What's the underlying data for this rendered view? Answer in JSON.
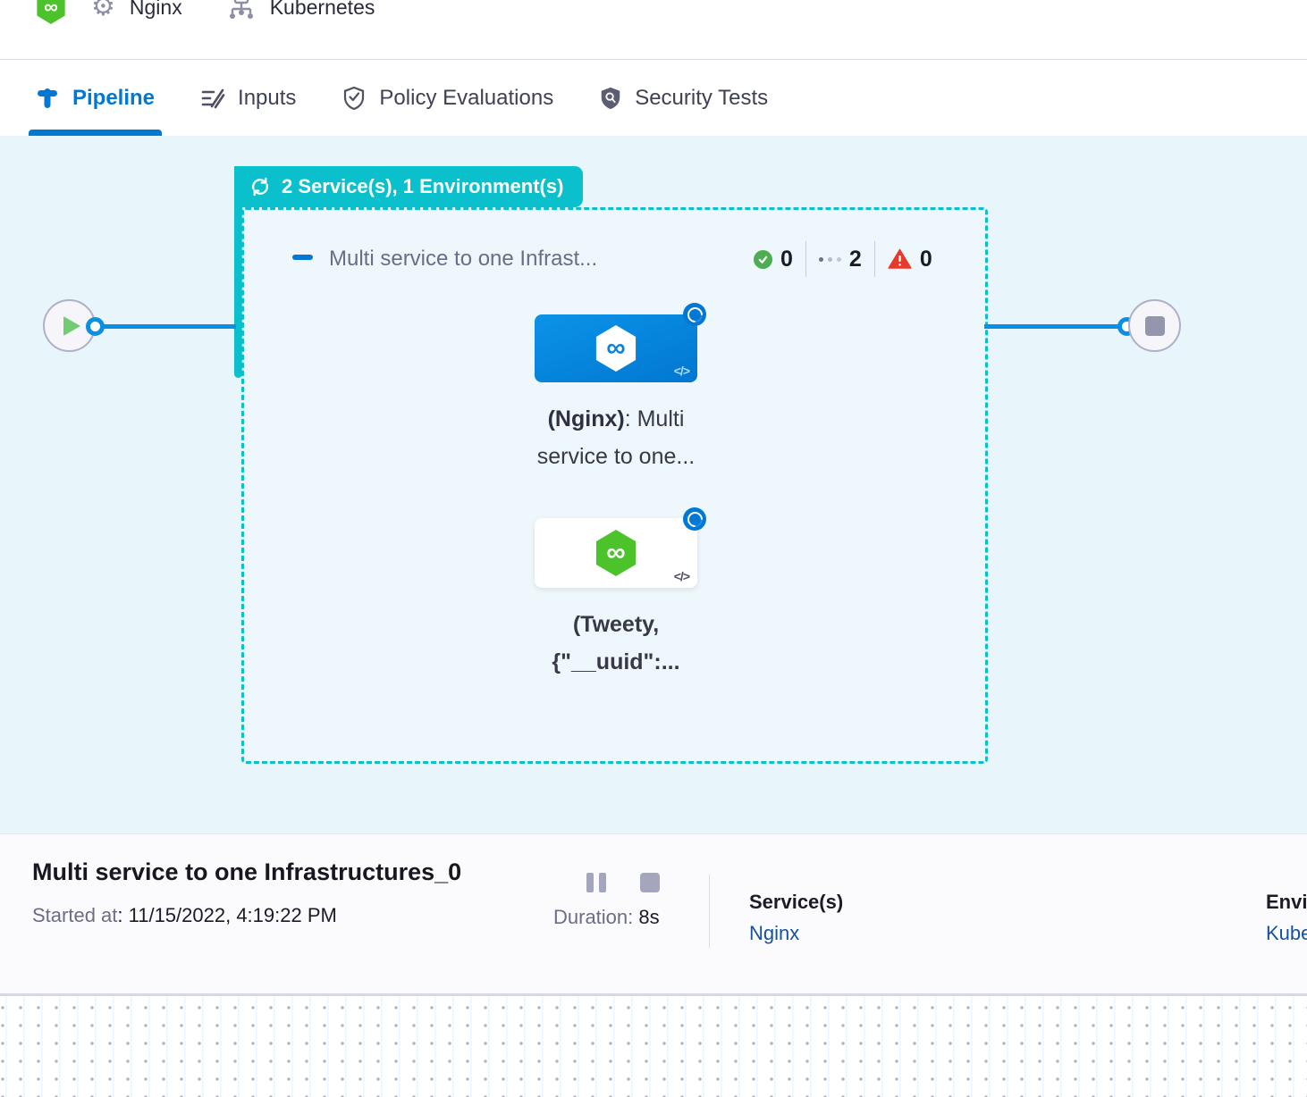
{
  "header": {
    "service": "Nginx",
    "environment": "Kubernetes"
  },
  "tabs": {
    "pipeline": "Pipeline",
    "inputs": "Inputs",
    "policy": "Policy Evaluations",
    "security": "Security Tests"
  },
  "stage": {
    "badge": "2 Service(s), 1 Environment(s)",
    "title": "Multi service to one Infrast...",
    "success_count": "0",
    "running_count": "2",
    "failed_count": "0"
  },
  "nodes": {
    "service1_bold": "(Nginx)",
    "service1_rest": ": Multi service to one...",
    "service2_label": "(Tweety, {\"__uuid\":...",
    "code_icon": "</>",
    "infinity_icon": "∞"
  },
  "footer": {
    "title": "Multi service to one Infrastructures_0",
    "started_label": "Started at",
    "started_value": ": 11/15/2022, 4:19:22 PM",
    "duration_label": "Duration:",
    "duration_value": "8s",
    "services_label": "Service(s)",
    "services_value": "Nginx",
    "environments_label": "Environment(s)",
    "environments_value": "Kubernetes"
  },
  "colors": {
    "accent_blue": "#0278d5",
    "teal": "#0ac0cd",
    "canvas_bg": "#e8f5fa",
    "node_green": "#4cc32b",
    "success_green": "#4cae50",
    "fail_red": "#e8392b",
    "link_blue": "#15519e"
  }
}
